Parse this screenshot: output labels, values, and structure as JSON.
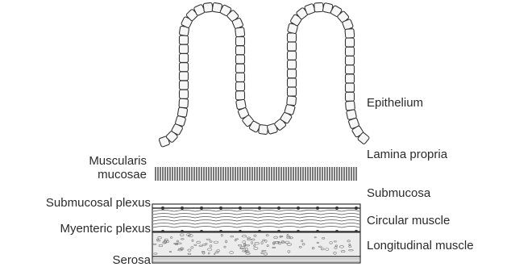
{
  "labels": {
    "epithelium": "Epithelium",
    "lamina_propria": "Lamina propria",
    "muscularis_mucosae_line1": "Muscularis",
    "muscularis_mucosae_line2": "mucosae",
    "submucosa": "Submucosa",
    "submucosal_plexus": "Submucosal plexus",
    "circular_muscle": "Circular muscle",
    "myenteric_plexus": "Myenteric plexus",
    "longitudinal_muscle": "Longitudinal muscle",
    "serosa": "Serosa"
  },
  "colors": {
    "line": "#333333",
    "cell_fill": "#f7f7f7",
    "speckle_fill": "#ececec"
  }
}
